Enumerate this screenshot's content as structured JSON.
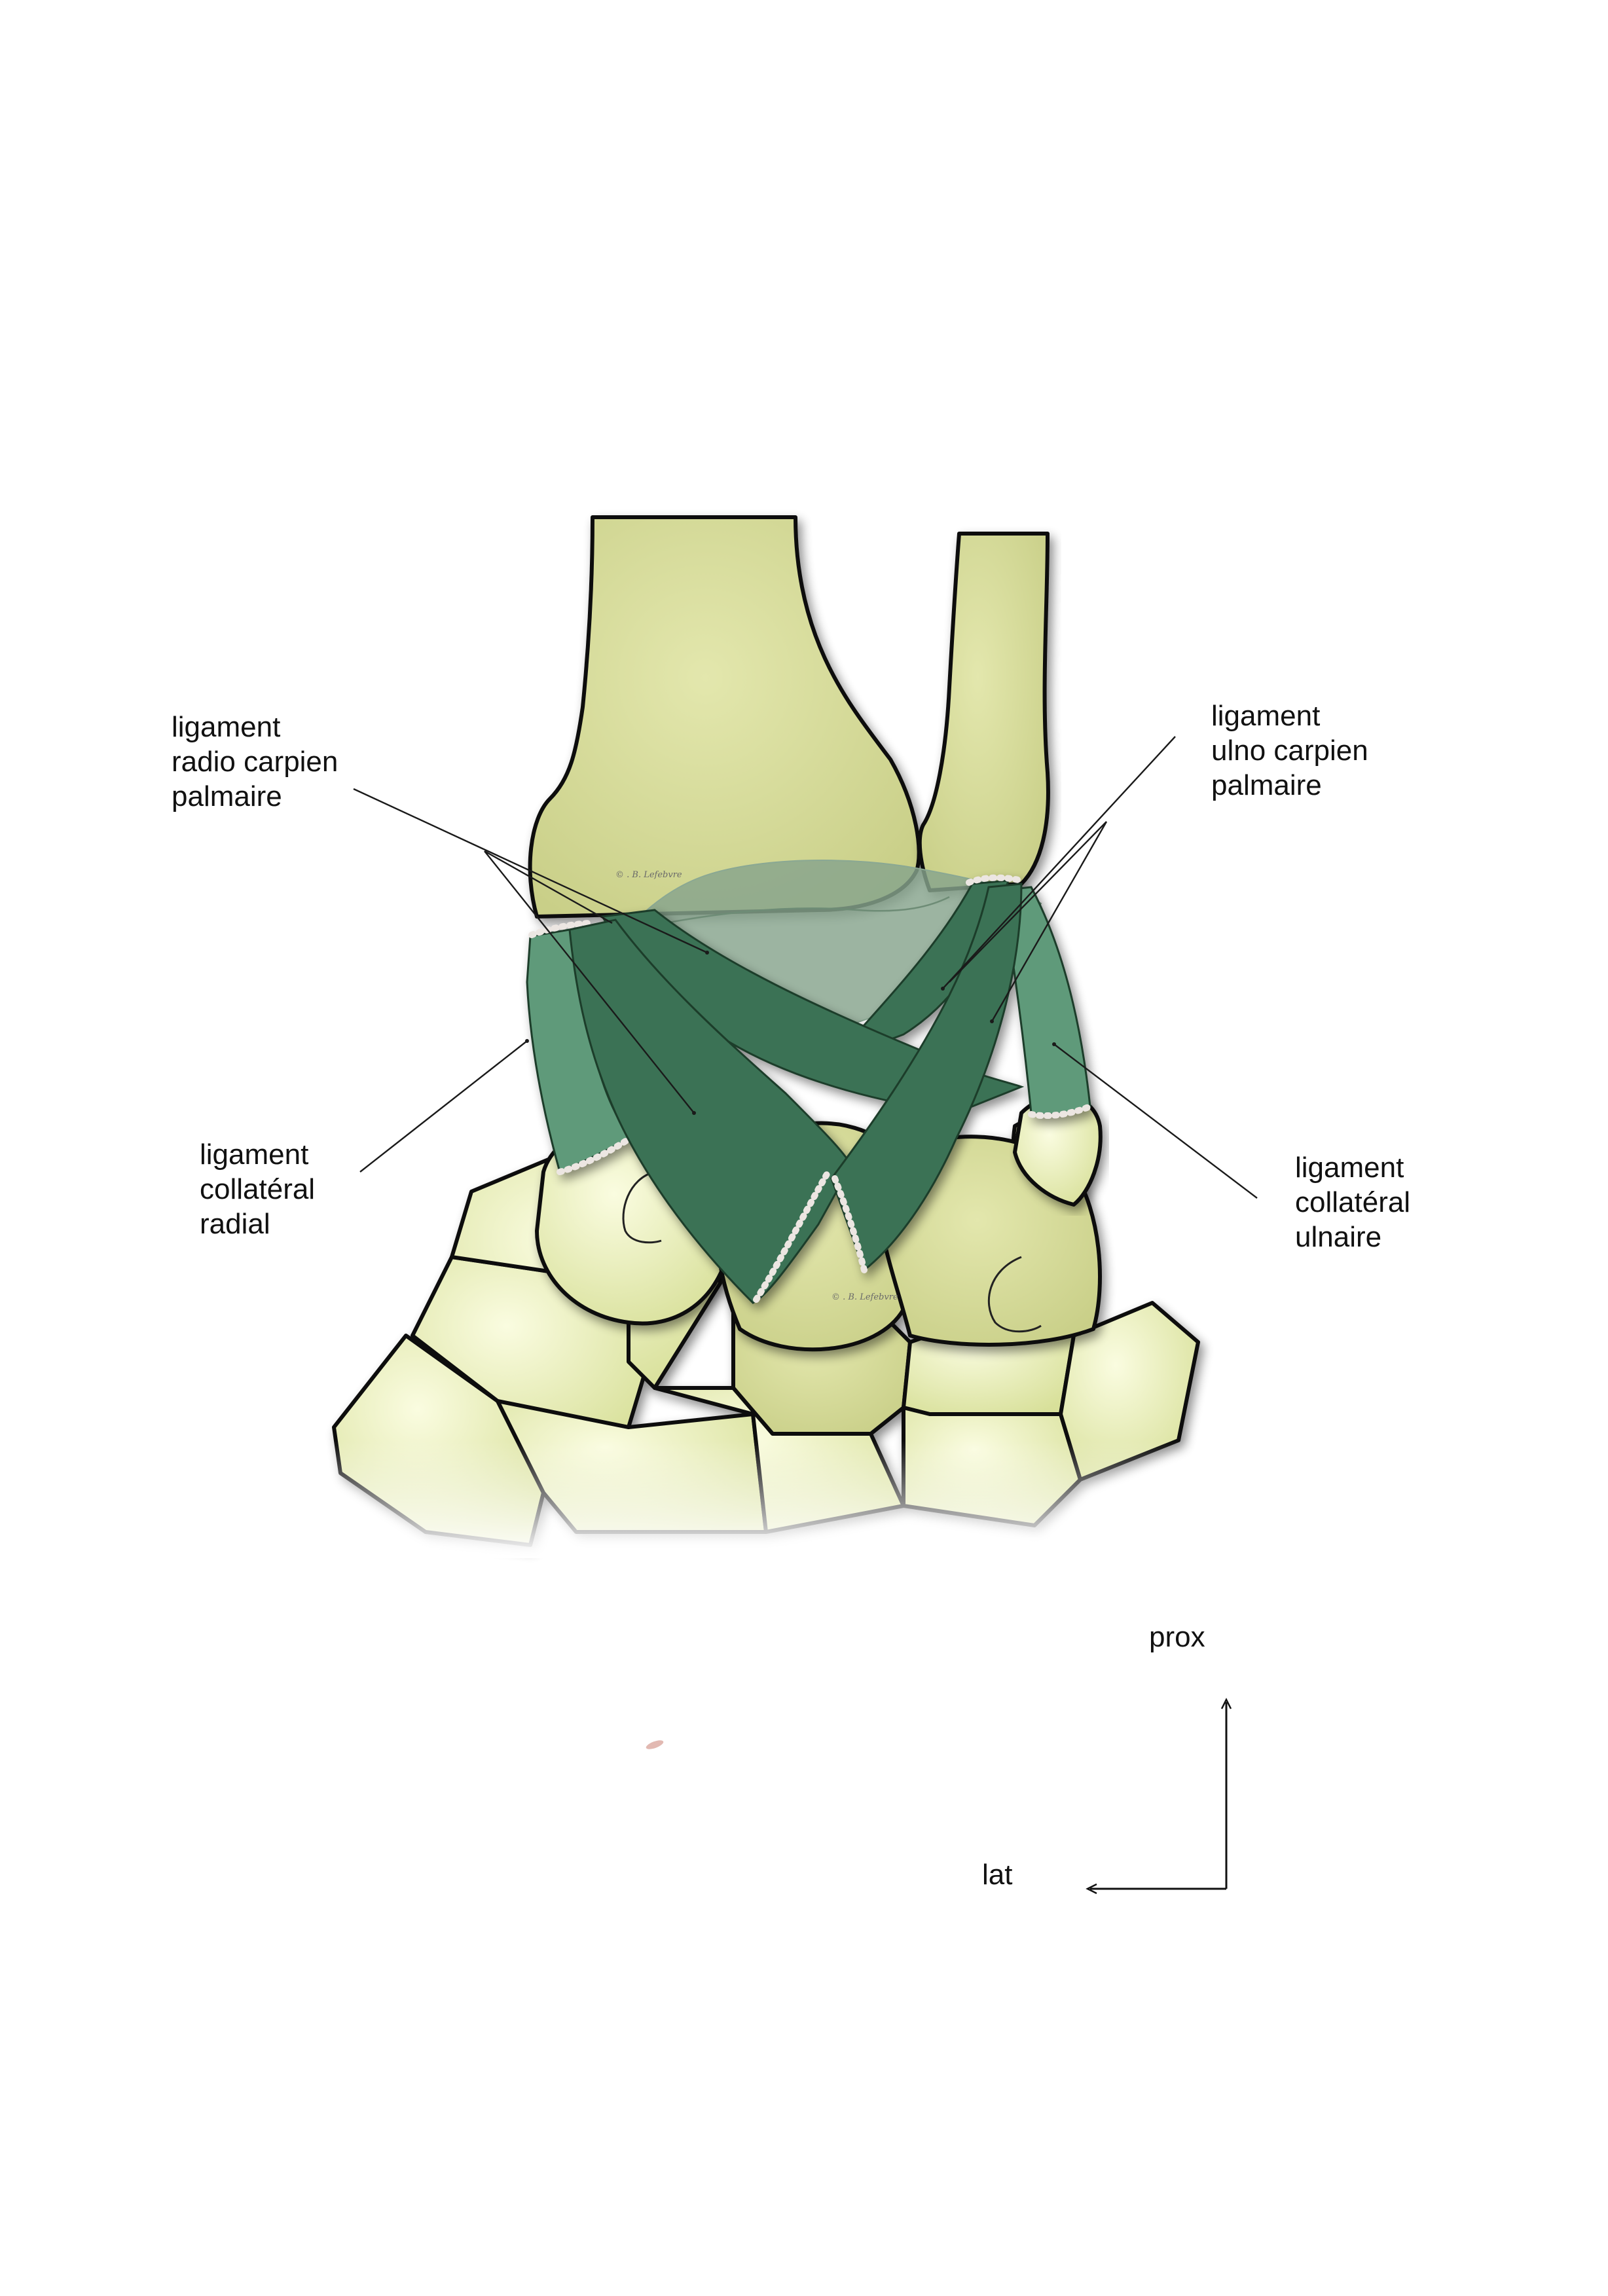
{
  "labels": {
    "radio_carpal": [
      "ligament",
      "radio carpien",
      "palmaire"
    ],
    "ulno_carpal": [
      "ligament",
      "ulno carpien",
      "palmaire"
    ],
    "radial_collateral": [
      "ligament",
      "collatéral",
      "radial"
    ],
    "ulnar_collateral": [
      "ligament",
      "collatéral",
      "ulnaire"
    ]
  },
  "orientation": {
    "proximal": "prox",
    "lateral": "lat"
  },
  "watermark": "© . B. Lefebvre",
  "colors": {
    "bone": "#d5da9c",
    "bone_light": "#f1f4c4",
    "bone_pale": "#f4f7dc",
    "capsule": "#86a38c",
    "ligament_dark": "#3a7254",
    "ligament_light": "#5e9a7a",
    "outline": "#111111"
  }
}
